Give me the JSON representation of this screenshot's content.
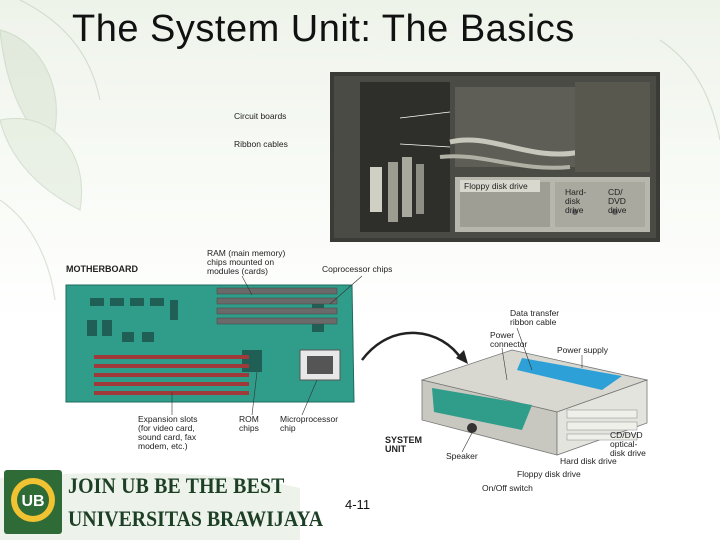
{
  "slide": {
    "title": "The System Unit: The Basics",
    "page_number": "4-11"
  },
  "photo": {
    "labels": {
      "circuit_boards": "Circuit boards",
      "ribbon_cables": "Ribbon cables",
      "floppy": "Floppy disk drive",
      "hard1": "Hard-",
      "hard2": "disk",
      "hard3": "drive",
      "cd1": "CD/",
      "cd2": "DVD",
      "cd3": "drive"
    }
  },
  "diagram": {
    "labels": {
      "motherboard": "MOTHERBOARD",
      "ram1": "RAM (main memory)",
      "ram2": "chips mounted on",
      "ram3": "modules (cards)",
      "coprocessor": "Coprocessor chips",
      "data1": "Data transfer",
      "data2": "ribbon cable",
      "power_conn1": "Power",
      "power_conn2": "connector",
      "power_supply": "Power supply",
      "exp1": "Expansion slots",
      "exp2": "(for video card,",
      "exp3": "sound card, fax",
      "exp4": "modem, etc.)",
      "rom1": "ROM",
      "rom2": "chips",
      "micro1": "Microprocessor",
      "micro2": "chip",
      "sys1": "SYSTEM",
      "sys2": "UNIT",
      "speaker": "Speaker",
      "cddvd1": "CD/DVD",
      "cddvd2": "optical-",
      "cddvd3": "disk drive",
      "harddisk": "Hard disk drive",
      "floppy": "Floppy disk drive",
      "onoff": "On/Off switch"
    }
  },
  "footer": {
    "logo_text": "UB",
    "slogan_line1": "JOIN UB BE THE BEST",
    "slogan_line2": "UNIVERSITAS BRAWIJAYA"
  }
}
